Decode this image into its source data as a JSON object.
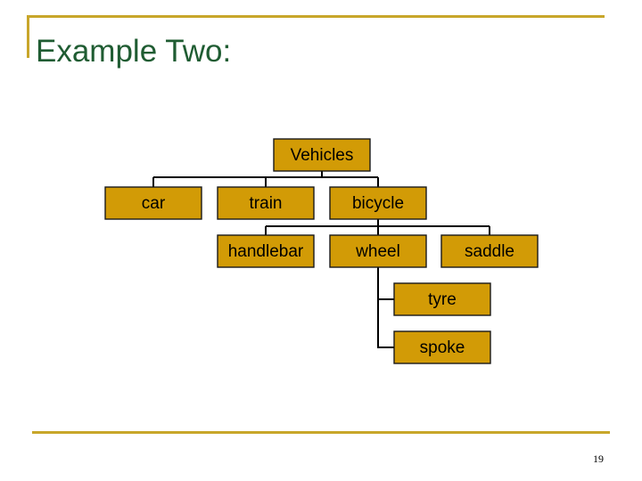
{
  "slide": {
    "title": "Example Two:",
    "page_number": "19"
  },
  "colors": {
    "accent": "#c8a62a",
    "title": "#1f5c32",
    "node_fill": "#d29b06"
  },
  "diagram": {
    "nodes": {
      "vehicles": "Vehicles",
      "car": "car",
      "train": "train",
      "bicycle": "bicycle",
      "handlebar": "handlebar",
      "wheel": "wheel",
      "saddle": "saddle",
      "tyre": "tyre",
      "spoke": "spoke"
    },
    "edges": [
      [
        "vehicles",
        "car"
      ],
      [
        "vehicles",
        "train"
      ],
      [
        "vehicles",
        "bicycle"
      ],
      [
        "bicycle",
        "handlebar"
      ],
      [
        "bicycle",
        "wheel"
      ],
      [
        "bicycle",
        "saddle"
      ],
      [
        "wheel",
        "tyre"
      ],
      [
        "wheel",
        "spoke"
      ]
    ]
  }
}
